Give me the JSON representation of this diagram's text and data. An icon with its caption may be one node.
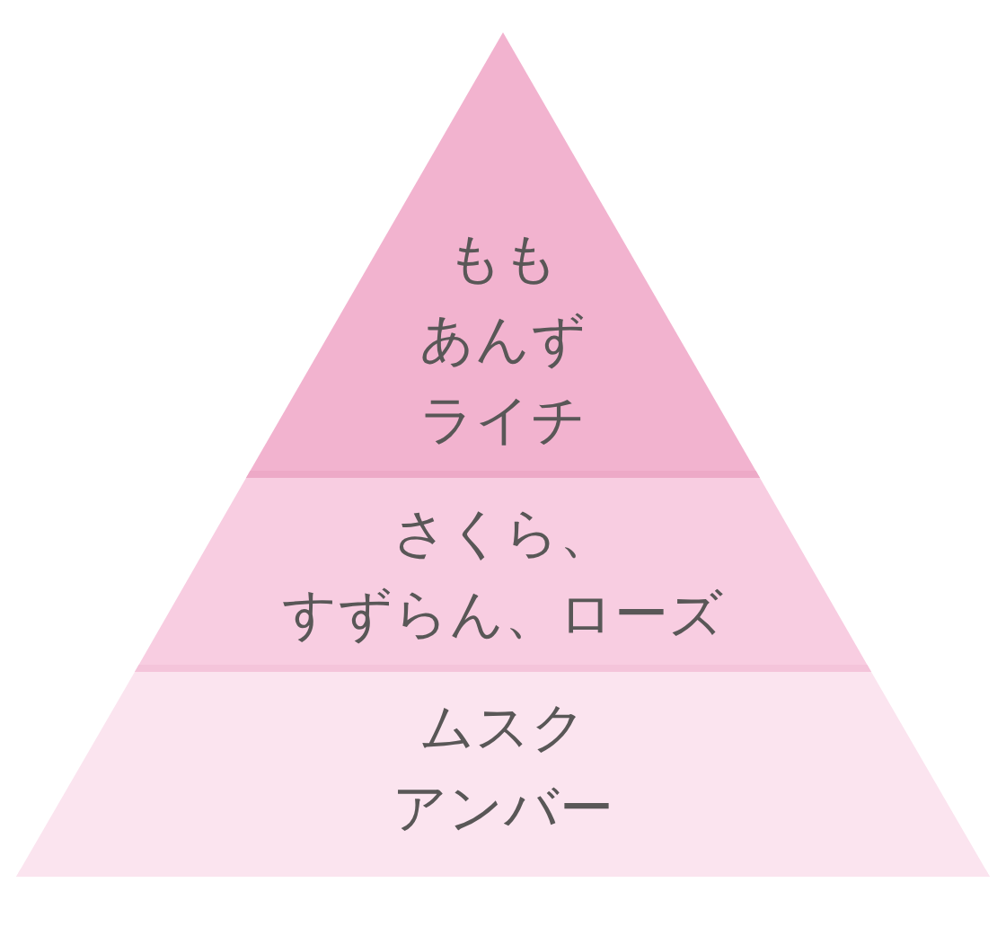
{
  "diagram": {
    "nodes": [
      {
        "text": [
          "もも",
          "あんず",
          "ライチ"
        ]
      },
      {
        "text": [
          "さくら、すずらん、ローズ"
        ]
      },
      {
        "text": [
          "ムスク",
          "アンバー"
        ]
      }
    ]
  }
}
